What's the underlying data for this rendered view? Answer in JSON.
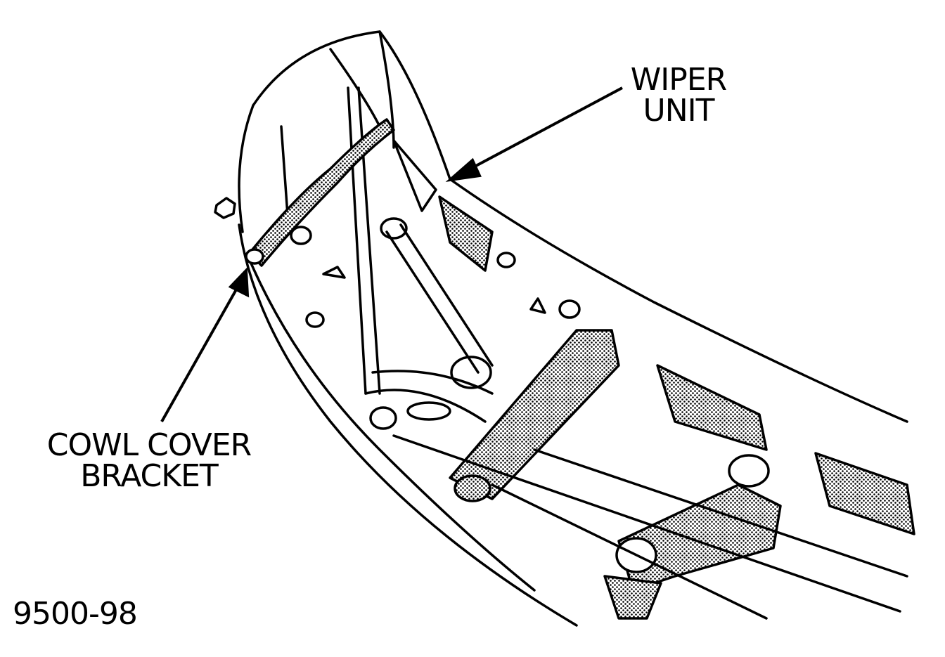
{
  "labels": {
    "wiper_line1": "WIPER",
    "wiper_line2": "UNIT",
    "cowl_line1": "COWL COVER",
    "cowl_line2": "BRACKET",
    "figure_number": "9500-98"
  },
  "colors": {
    "ink": "#000000",
    "paper": "#ffffff",
    "shade": "#7a7a7a"
  }
}
